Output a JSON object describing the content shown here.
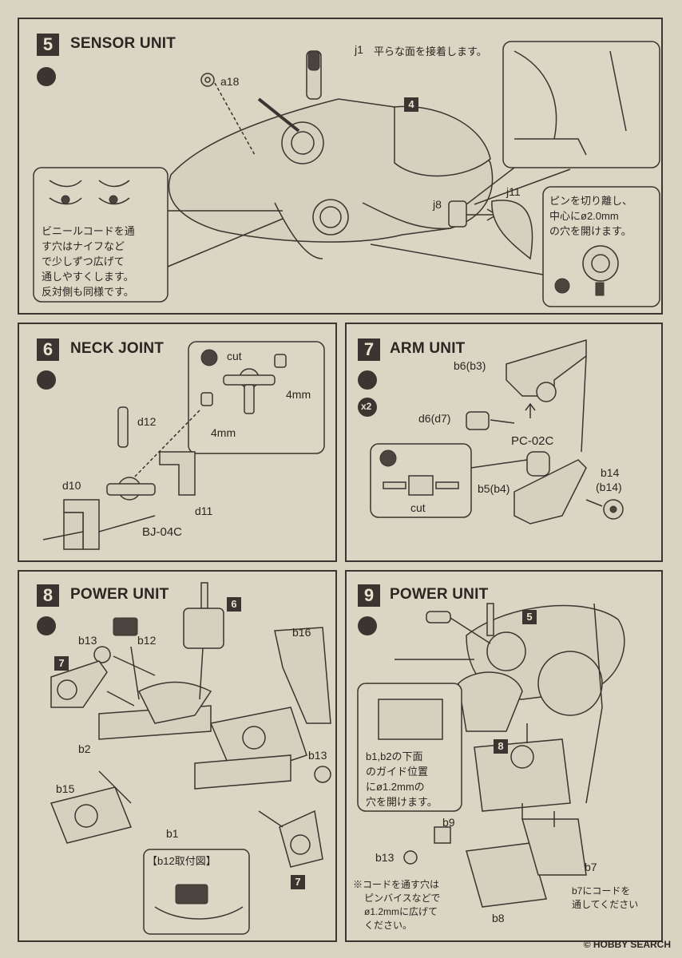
{
  "steps": {
    "s5": {
      "num": "5",
      "title": "SENSOR UNIT"
    },
    "s6": {
      "num": "6",
      "title": "NECK JOINT"
    },
    "s7": {
      "num": "7",
      "title": "ARM UNIT"
    },
    "s8": {
      "num": "8",
      "title": "POWER UNIT"
    },
    "s9": {
      "num": "9",
      "title": "POWER UNIT"
    }
  },
  "step5": {
    "a18": "a18",
    "j1": "j1",
    "j1_note": "平らな面を接着します。",
    "ref4": "4",
    "j8": "j8",
    "j11": "j11",
    "left_note": [
      "ビニールコードを通",
      "す穴はナイフなど",
      "で少しずつ広げて",
      "通しやすくします。",
      "反対側も同様です。"
    ],
    "right_note": [
      "ピンを切り離し、",
      "中心にø2.0mm",
      "の穴を開けます。"
    ]
  },
  "step6": {
    "d12": "d12",
    "d10": "d10",
    "d11": "d11",
    "bj": "BJ-04C",
    "cut": "cut",
    "mm4a": "4mm",
    "mm4b": "4mm"
  },
  "step7": {
    "x2": "x2",
    "b6": "b6(b3)",
    "d6": "d6(d7)",
    "pc": "PC-02C",
    "b5": "b5(b4)",
    "b14": "b14",
    "b14b": "(b14)",
    "cut": "cut"
  },
  "step8": {
    "ref6": "6",
    "b16": "b16",
    "b13a": "b13",
    "b12": "b12",
    "ref7a": "7",
    "b2": "b2",
    "b13b": "b13",
    "b15": "b15",
    "b1": "b1",
    "b12_caption": "【b12取付図】",
    "ref7b": "7"
  },
  "step9": {
    "ref5": "5",
    "ref8": "8",
    "guide_note": [
      "b1,b2の下面",
      "のガイド位置",
      "にø1.2mmの",
      "穴を開けます。"
    ],
    "b9": "b9",
    "b13": "b13",
    "b7": "b7",
    "b8": "b8",
    "cord_note": [
      "※コードを通す穴は",
      "ピンバイスなどで",
      "ø1.2mmに広げて",
      "ください。"
    ],
    "b7_note": [
      "b7にコードを",
      "通してください"
    ]
  },
  "watermark": "© HOBBY SEARCH"
}
